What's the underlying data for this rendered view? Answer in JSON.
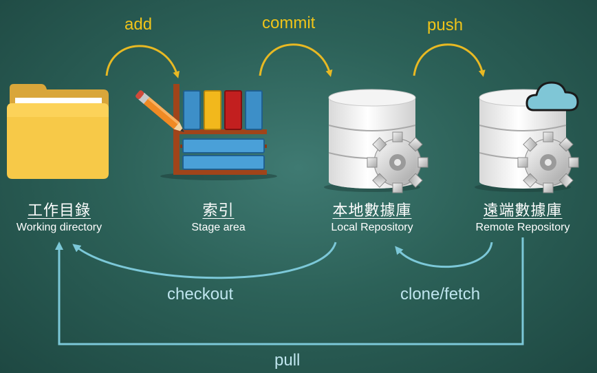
{
  "stages": [
    {
      "cn": "工作目錄",
      "en": "Working directory"
    },
    {
      "cn": "索引",
      "en": "Stage area"
    },
    {
      "cn": "本地數據庫",
      "en": "Local Repository"
    },
    {
      "cn": "遠端數據庫",
      "en": "Remote Repository"
    }
  ],
  "operations": {
    "add": "add",
    "commit": "commit",
    "push": "push",
    "checkout": "checkout",
    "clone_fetch": "clone/fetch",
    "pull": "pull"
  },
  "colors": {
    "forward_arrow": "#e8b923",
    "backward_arrow": "#7cc8d8",
    "folder": "#f7c948",
    "cloud": "#7fc6d6"
  },
  "icons": [
    "folder-icon",
    "index-shelf-icon",
    "database-gear-icon",
    "database-cloud-icon"
  ]
}
